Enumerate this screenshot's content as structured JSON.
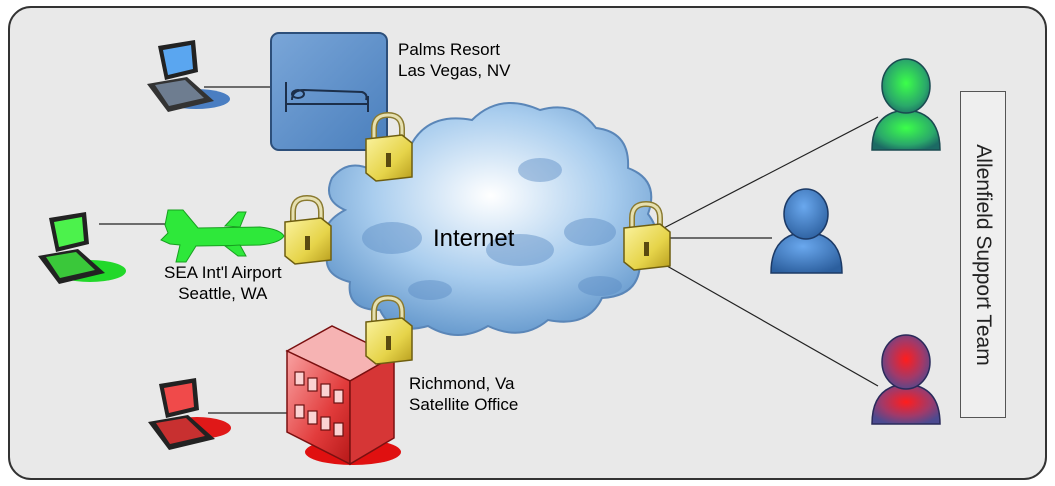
{
  "labels": {
    "palms": [
      "Palms Resort",
      "Las Vegas, NV"
    ],
    "airport": [
      "SEA Int'l Airport",
      "Seattle, WA"
    ],
    "richmond": [
      "Richmond, Va",
      "Satellite Office"
    ],
    "internet": "Internet",
    "team": "Allenfield Support Team"
  },
  "colors": {
    "background": "#e9e9e9",
    "border": "#333333",
    "hotel_blue": "#5b8fc8",
    "plane_green": "#33e03a",
    "building_red": "#d42a2a",
    "lock_gold": "#e8d84a",
    "cloud_blue": "#8ab8e6",
    "person_green": "#2fd64a",
    "person_blue": "#3b7cc4",
    "person_red": "#c8303a"
  },
  "icons": [
    "laptop-icon",
    "hotel-bed-icon",
    "airplane-icon",
    "office-building-icon",
    "padlock-icon",
    "cloud-icon",
    "person-icon"
  ]
}
